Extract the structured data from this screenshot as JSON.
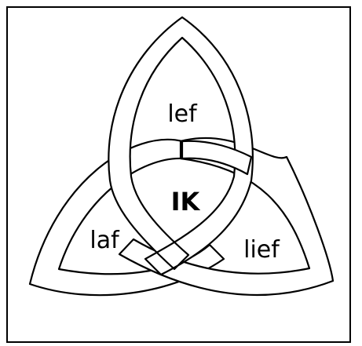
{
  "diagram": {
    "top_word": "lef",
    "left_word": "laf",
    "right_word": "lief",
    "center_word": "IK",
    "line_color": "#000000",
    "fill_color": "#ffffff"
  }
}
